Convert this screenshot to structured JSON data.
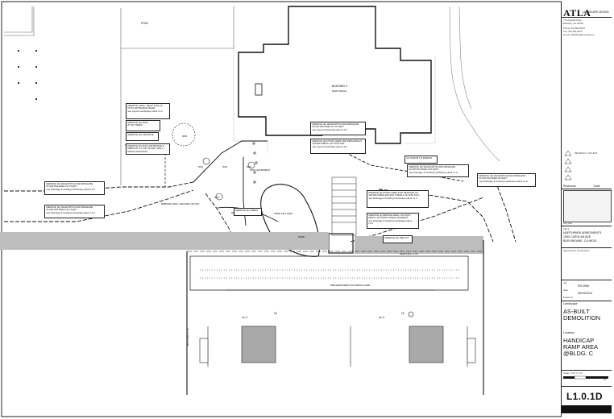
{
  "plan": {
    "title_pool": "POOL",
    "building": {
      "name": "BUILDING C",
      "subtitle": "MAIN OFFICE"
    },
    "callouts": [
      "REMOVE CONC. DECK FOR (N) POOL ENTRANCE RAMP\nsee Layout Landscape plans L1.0",
      "REMOVE (E) WALL\n8\" DIA TREES",
      "REMOVE (E) GRASSCE",
      "REMOVE (E) TREES",
      "REMOVE (E) POOL ENTRANCE & REBUILD 4'-1 5/8\" W/ RET. WALL - MATCH EXISTING",
      "REMOVE (E) VEGETATION AND RESHADE PLANTING AREA 21 02 SQFT\nsee Layout Landscape plans L1.0",
      "REMOVE (E) POND LINER AND RESHAPE AS SHOWN REFILL W/ SITE SOIL\nsee Layout Landscape plans L1.0",
      "(E) SHRUB TO REMAIN",
      "REMOVE (E) VEGETATION AND RESHADE PLANTING AREA 372 SQFT\nsee Drainage & Grading Landscape plans L1.0",
      "REMOVE (E) VEGETATION AND RESHADE PLANTING AREA 69 SQFT\nsee Drainage & Grading Landscape plans L1.0",
      "REMOVE (E) VEGETATION AND RESHADE PLANTING AREA 10 0 SQFT\nsee Drainage & Grading Landscape plans L1.0",
      "REMOVE (E) VEGETATION AND RESHADE PLANTING AREA 10 0 SQFT\nsee Drainage & Grading Landscape plans L1.0",
      "REMOVE (E) POND LINER AND RESHAPE AS SHOWN AREA 180 SQFT REFILL W/ SITE SOIL\nsee Drainage & Grading Landscape plans L1.0",
      "REMOVE (E) BRIDGE AREA 1 80 SQFT REFILL W/ STRUCTURAL MATERIAL\nsee Drainage & Grading Landscape plans L1.0",
      "REMOVE (E) TRELLIS"
    ],
    "labels": {
      "pool_equipment": "POOL\nEQUIPMENT",
      "remove_walkway": "REMOVE CONC. WALKWAY (W/ 36\")",
      "remove_trees": "REMOVE (E) TREES",
      "pond_sqft": "POND 1312 SQFT",
      "pond": "POND",
      "parking_curb": "FIRE DEPARTMENT NO PARKING CURB",
      "see_plan": "SEE PLAN L 1.0.0",
      "see_plan_vertical": "SEE PLAN L 1.0.0",
      "dim_1": "19'-6\"",
      "dim_2": "18'-6\"",
      "tag_w13": "W13",
      "tag_w14": "W14",
      "tag_w11": "W11",
      "tag_w12": "W12",
      "tag_w10": "W10",
      "tag_w15": "W15",
      "stall_a": "15",
      "stall_b": "15"
    }
  },
  "title_block": {
    "logo": "ATLA",
    "logo_sub": "LANDSCAPE DESIGN",
    "address_lines": [
      "776 Arguello Drive",
      "Berkeley, CA 94708"
    ],
    "phone": "Phone: 510 843-6870",
    "fax": "Fax:     510 843-6870",
    "email": "E-mail: atlaoffice@comcast.net",
    "revision_label": "REVISION 1: 01/16/15",
    "revisions_header": "Revisions",
    "date_header": "Date",
    "key_map": "Key plan",
    "client_label": "Client",
    "client_name": "NORTHPARK APARTMENTS",
    "client_address": [
      "1050 CAROLAN AVE",
      "BURLINGAME, CA 94010"
    ],
    "approved": "Approved for Construction",
    "job_label": "Job",
    "job_no": "RS 0906",
    "date_label": "Date",
    "date_value": "05/15/2014",
    "drawn_label": "Drawn by",
    "discipline": "Landscape",
    "drawing_title": "AS-BUILT DEMOLITION",
    "location_label": "Location",
    "location_title": "HANDICAP RAMP AREA @BLDG. C",
    "scale_label": "Scale = 1/8\" = 1'-0\"",
    "scale_max": "16",
    "sheet_number": "L1.0.1D"
  }
}
